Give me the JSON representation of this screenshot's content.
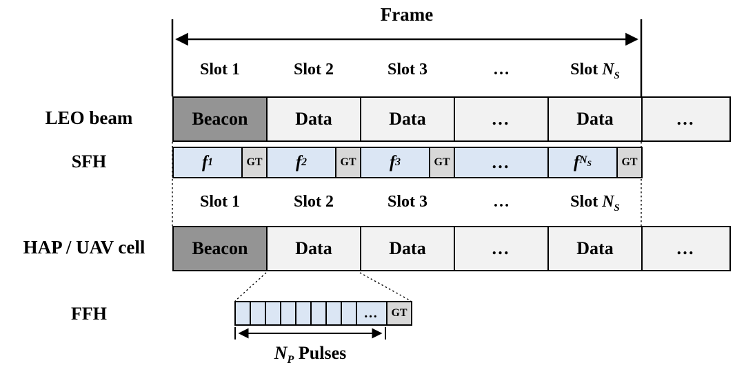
{
  "colors": {
    "beacon": "#949494",
    "data": "#f2f2f2",
    "freq": "#dbe6f4",
    "gt": "#d8d8d8"
  },
  "frame": {
    "label": "Frame"
  },
  "slot_labels": [
    {
      "prefix": "Slot 1",
      "base": "",
      "sub": ""
    },
    {
      "prefix": "Slot 2",
      "base": "",
      "sub": ""
    },
    {
      "prefix": "Slot 3",
      "base": "",
      "sub": ""
    },
    {
      "prefix": "…",
      "base": "",
      "sub": ""
    },
    {
      "prefix": "Slot ",
      "base": "N",
      "sub": "S"
    }
  ],
  "leo": {
    "label": "LEO beam",
    "cells": [
      "Beacon",
      "Data",
      "Data",
      "…",
      "Data"
    ],
    "overflow": "…"
  },
  "sfh": {
    "label": "SFH",
    "gt": "GT",
    "dots": "…",
    "f1": {
      "base": "f",
      "sub": "1"
    },
    "f2": {
      "base": "f",
      "sub": "2"
    },
    "f3": {
      "base": "f",
      "sub": "3"
    },
    "fn": {
      "base": "f",
      "sub": "N",
      "subsub": "S"
    }
  },
  "hap": {
    "label": "HAP / UAV cell",
    "cells": [
      "Beacon",
      "Data",
      "Data",
      "…",
      "Data"
    ],
    "overflow": "…"
  },
  "ffh": {
    "label": "FFH",
    "dots": "…",
    "gt": "GT",
    "num_pulse_cells": 8
  },
  "pulses_annotation": {
    "base": "N",
    "sub": "P",
    "rest": " Pulses"
  }
}
